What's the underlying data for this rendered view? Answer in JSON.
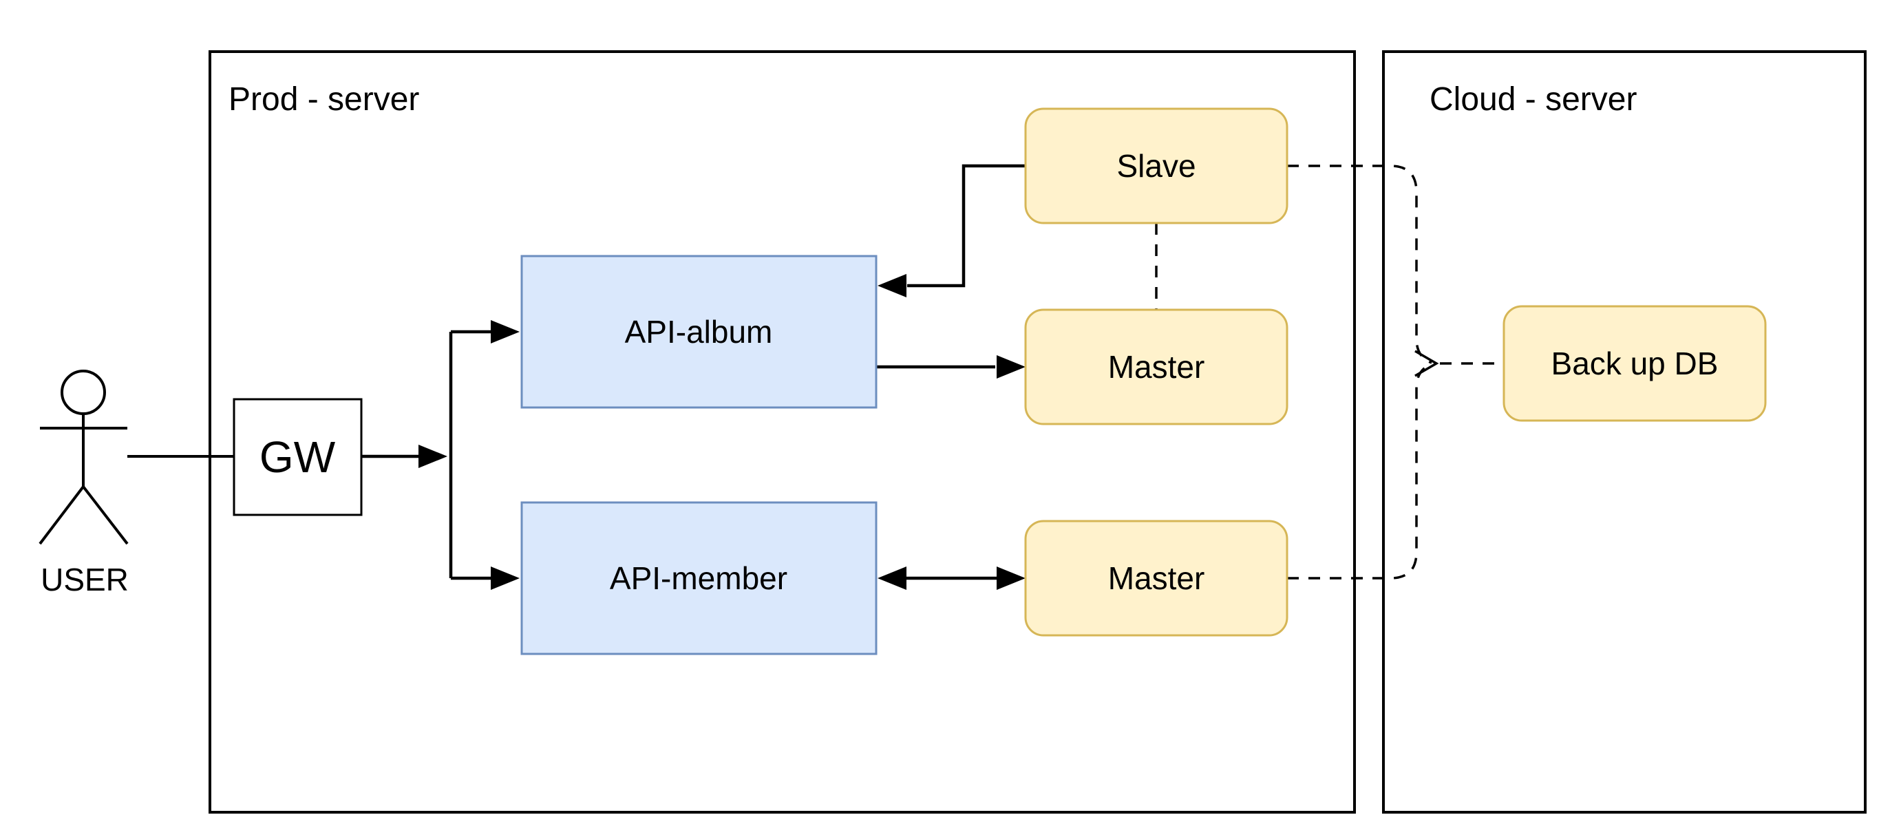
{
  "diagram": {
    "background": "#ffffff",
    "colors": {
      "yellow_fill": "#FFF2CC",
      "yellow_stroke": "#D6B656",
      "blue_fill": "#DAE8FC",
      "blue_stroke": "#6C8EBF",
      "plain_fill": "#FFFFFF",
      "plain_stroke": "#000000",
      "line": "#000000"
    },
    "containers": {
      "prod": {
        "label": "Prod - server"
      },
      "cloud": {
        "label": "Cloud - server"
      }
    },
    "actor": {
      "label": "USER"
    },
    "nodes": {
      "gw": {
        "label": "GW"
      },
      "api_album": {
        "label": "API-album"
      },
      "api_member": {
        "label": "API-member"
      },
      "slave": {
        "label": "Slave"
      },
      "master_upper": {
        "label": "Master"
      },
      "master_lower": {
        "label": "Master"
      },
      "backup_db": {
        "label": "Back up DB"
      }
    },
    "edges": [
      {
        "from": "USER",
        "to": "GW",
        "style": "solid"
      },
      {
        "from": "GW",
        "to": "API-album",
        "style": "solid-arrow"
      },
      {
        "from": "GW",
        "to": "API-member",
        "style": "solid-arrow"
      },
      {
        "from": "API-album",
        "to": "Master (upper)",
        "style": "solid-arrow"
      },
      {
        "from": "Slave",
        "to": "API-album",
        "style": "solid-arrow"
      },
      {
        "from": "Slave",
        "to": "Master (upper)",
        "style": "dashed"
      },
      {
        "from": "API-member",
        "to": "Master (lower)",
        "style": "solid-arrow-both-ends"
      },
      {
        "from": "Slave",
        "to": "Back up DB",
        "style": "dashed"
      },
      {
        "from": "Master (lower)",
        "to": "Back up DB",
        "style": "dashed"
      }
    ]
  }
}
